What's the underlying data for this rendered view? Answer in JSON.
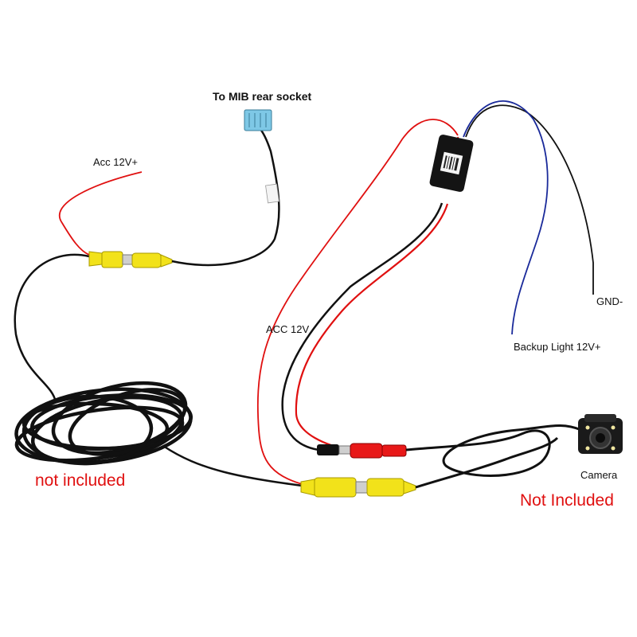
{
  "labels": {
    "mib_socket": "To MIB rear socket",
    "acc_left": "Acc 12V+",
    "acc_mid": "ACC 12V",
    "gnd": "GND-",
    "backup": "Backup Light 12V+",
    "camera": "Camera",
    "not_included_left": "not included",
    "not_included_right": "Not Included"
  },
  "colors": {
    "cable": "#111111",
    "red_wire": "#e01010",
    "blue_wire": "#1a2a9a",
    "rca_yellow": "#f2e21a",
    "rca_red": "#e81818",
    "connector_blue": "#7ec8e6",
    "note_red": "#e01010"
  }
}
